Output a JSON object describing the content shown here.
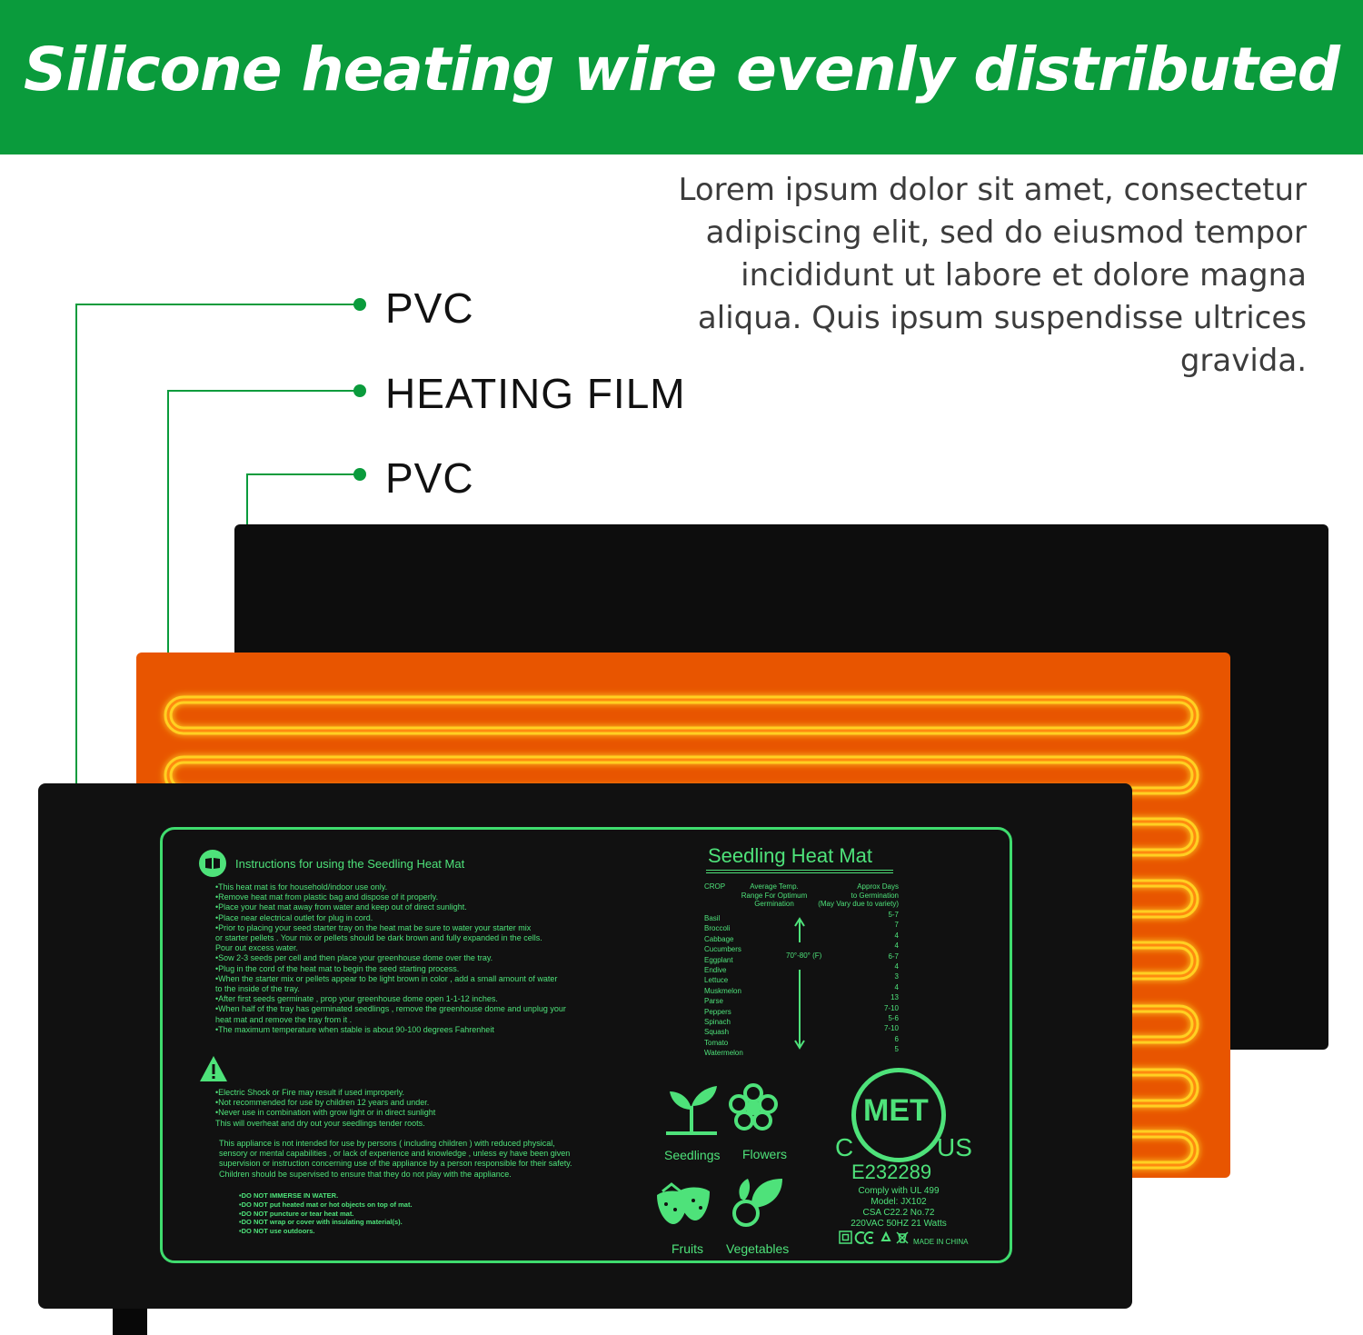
{
  "banner": {
    "title": "Silicone heating wire evenly distributed",
    "color": "#0a9b3c"
  },
  "description": "Lorem ipsum dolor sit amet, consectetur adipiscing elit, sed do eiusmod tempor incididunt ut labore et dolore magna aliqua. Quis ipsum suspendisse ultrices gravida.",
  "layers": [
    {
      "label": "PVC"
    },
    {
      "label": "HEATING FILM"
    },
    {
      "label": "PVC"
    }
  ],
  "colors": {
    "accent": "#0a9b3c",
    "film": "#e85500",
    "wire": "#ffd020",
    "print": "#4ee27a",
    "sheet": "#111111"
  },
  "mat": {
    "instructions_title": "Instructions for using the Seedling Heat Mat",
    "instructions": [
      "•This heat mat is for household/indoor use only.",
      "•Remove heat mat from plastic bag and dispose of it properly.",
      "•Place your heat mat away from water and keep out of direct sunlight.",
      "•Place near electrical outlet for plug in cord.",
      "•Prior to placing your seed starter tray on the heat mat be sure to water your starter mix",
      "  or starter pellets . Your mix or pellets should be dark brown and fully expanded in the cells.",
      "  Pour out excess water.",
      "•Sow 2-3 seeds per cell and then place your greenhouse dome over the tray.",
      "•Plug in the cord of the heat mat to begin the seed starting process.",
      "•When the starter mix or pellets appear to be light brown in color , add a small amount of water",
      "  to the inside of the tray.",
      "•After first seeds germinate , prop your greenhouse dome open 1-1-12 inches.",
      "•When half of the tray has germinated seedlings , remove the greenhouse dome and unplug your",
      "  heat mat and remove the tray from it .",
      "•The maximum temperature when stable is about 90-100 degrees Fahrenheit"
    ],
    "warnings": [
      "•Electric Shock or Fire may result if used improperly.",
      "•Not recommended for use by children 12 years and under.",
      "•Never use in combination with grow light or in direct sunlight",
      "  This will overheat and dry out your seedlings tender roots."
    ],
    "appliance_notice": [
      "This appliance is not intended for use by persons ( including children ) with reduced physical,",
      "sensory or mental capabilities , or lack of experience and knowledge , unless ey have been given",
      "supervision or instruction concerning use of the appliance by a person responsible for their safety.",
      "Children should be supervised to ensure that they do not play with the appliance."
    ],
    "do_not": [
      "•DO NOT IMMERSE IN WATER.",
      "•DO NOT put heated mat or hot objects on top of mat.",
      "•DO NOT puncture or tear heat mat.",
      "•DO NOT wrap or cover with insulating material(s).",
      "•DO NOT use outdoors."
    ],
    "brand": "Seedling Heat Mat",
    "table": {
      "col_crop": "CROP",
      "col_temp": [
        "Average Temp.",
        "Range For Optimum",
        "Germination"
      ],
      "col_days": [
        "Approx Days",
        "to Germination",
        "(May Vary due to variety)"
      ],
      "crops": [
        "Basil",
        "Broccoli",
        "Cabbage",
        "Cucumbers",
        "Eggplant",
        "Endive",
        "Lettuce",
        "Muskmelon",
        "Parse",
        "Peppers",
        "Spinach",
        "Squash",
        "Tomato",
        "Watermelon"
      ],
      "days": [
        "5-7",
        "7",
        "4",
        "4",
        "6-7",
        "4",
        "3",
        "4",
        "13",
        "7-10",
        "5-6",
        "7-10",
        "6",
        "5"
      ],
      "temp_range": "70°-80°  (F)"
    },
    "categories": [
      {
        "label": "Seedlings",
        "icon": "seedling-icon"
      },
      {
        "label": "Flowers",
        "icon": "flower-icon"
      },
      {
        "label": "Fruits",
        "icon": "strawberry-icon"
      },
      {
        "label": "Vegetables",
        "icon": "vegetables-icon"
      }
    ],
    "cert": {
      "logo": "MET",
      "left": "C",
      "right": "US",
      "number": "E232289",
      "lines": [
        "Comply with UL 499",
        "Model: JX102",
        "CSA C22.2 No.72",
        "220VAC 50HZ 21 Watts"
      ],
      "made_in": "MADE IN CHINA"
    }
  }
}
